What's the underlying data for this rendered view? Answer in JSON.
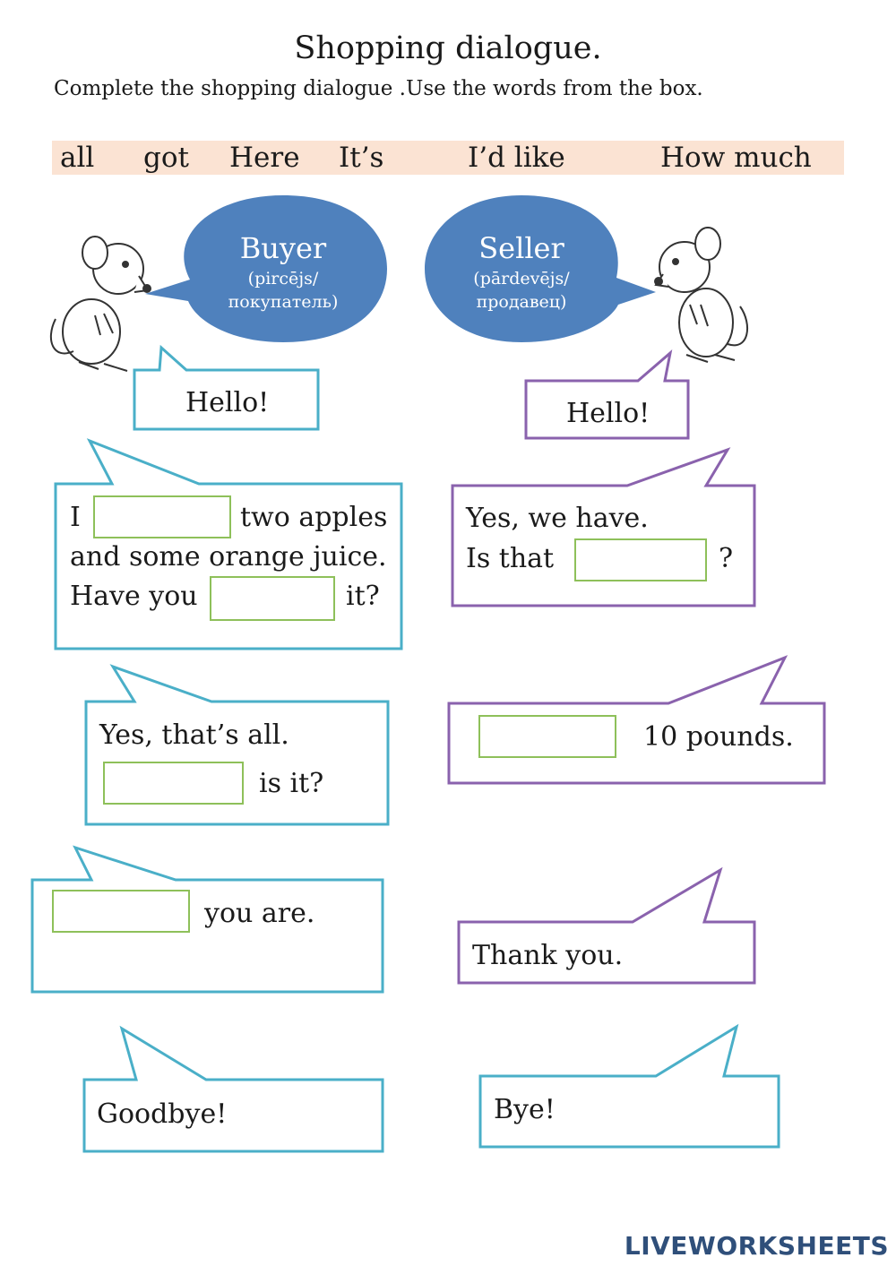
{
  "title": "Shopping dialogue.",
  "instructions": "Complete the shopping dialogue .Use the words from the box.",
  "word_box": [
    "all",
    "got",
    "Here",
    "It’s",
    "I’d like",
    "How much"
  ],
  "roles": {
    "buyer": {
      "title": "Buyer",
      "sub1": "(pircējs/",
      "sub2": "покупатель)"
    },
    "seller": {
      "title": "Seller",
      "sub1": "(pārdevējs/",
      "sub2": "продавец)"
    }
  },
  "dialogue": {
    "buyer_hello": "Hello!",
    "seller_hello": "Hello!",
    "buyer_1_line1_a": "I",
    "buyer_1_line1_b": "two apples",
    "buyer_1_line2": "and some orange juice.",
    "buyer_1_line3_a": "Have  you",
    "buyer_1_line3_b": "it?",
    "seller_1_line1": "Yes, we have.",
    "seller_1_line2_a": "Is  that",
    "seller_1_line2_b": "?",
    "buyer_2_line1": "Yes, that’s all.",
    "buyer_2_line2_b": "is it?",
    "seller_2_b": "10 pounds.",
    "buyer_3_b": "you are.",
    "seller_3": "Thank you.",
    "buyer_4": "Goodbye!",
    "seller_4": "Bye!"
  },
  "colors": {
    "buyer_border": "#4aafc8",
    "seller_border": "#8a62ad",
    "gap_border": "#8ec05a",
    "role_fill": "#4f81bd",
    "word_box_bg": "#fbe3d3"
  },
  "logo": "LIVEWORKSHEETS"
}
